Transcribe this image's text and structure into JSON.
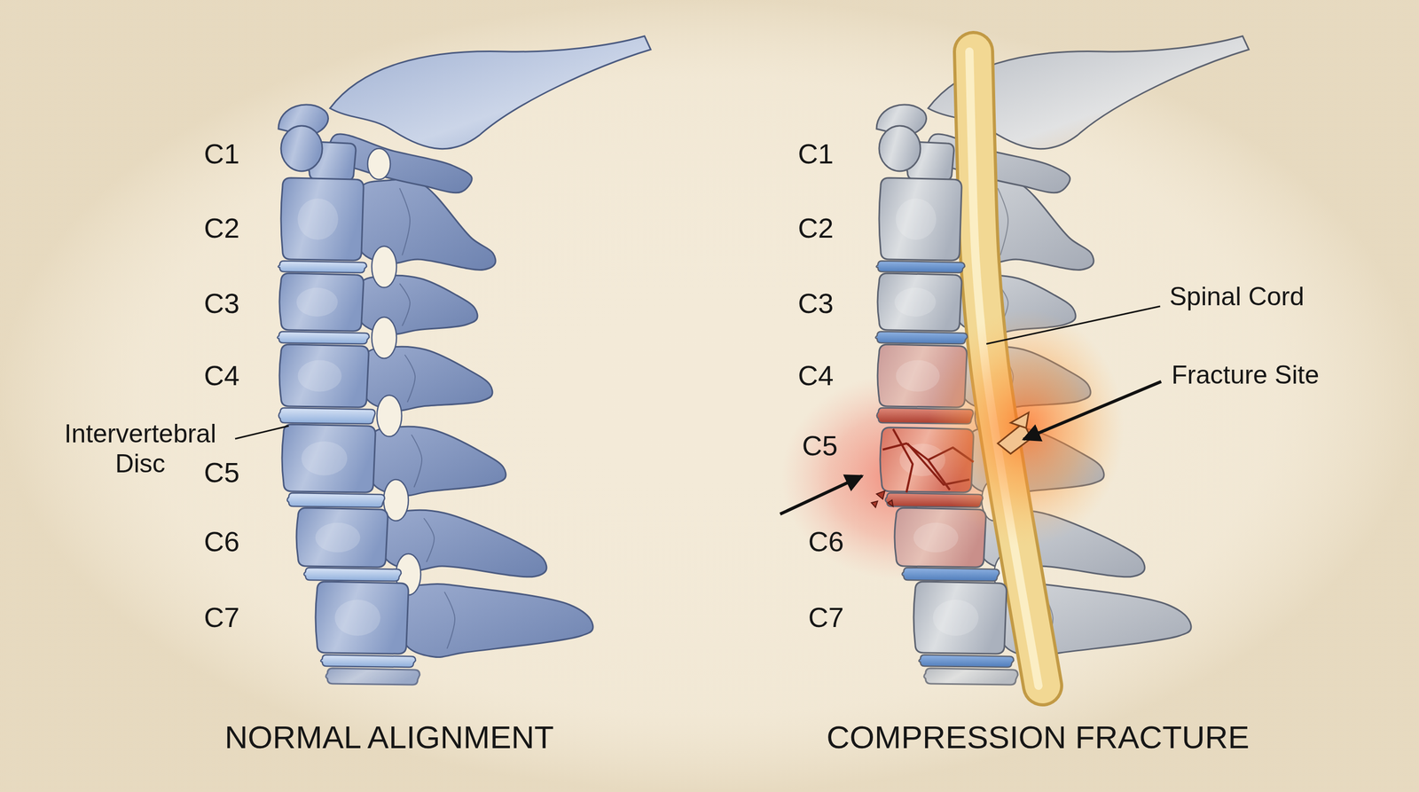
{
  "diagram": {
    "labels": [
      "C1",
      "C2",
      "C3",
      "C4",
      "C5",
      "C6",
      "C7",
      "Intervertebral Disc",
      "NORMAL ALIGNMENT",
      "C1",
      "C2",
      "C3",
      "C4",
      "C5",
      "C6",
      "C7",
      "Spinal Cord",
      "Fracture Site",
      "COMPRESSION FRACTURE"
    ]
  }
}
